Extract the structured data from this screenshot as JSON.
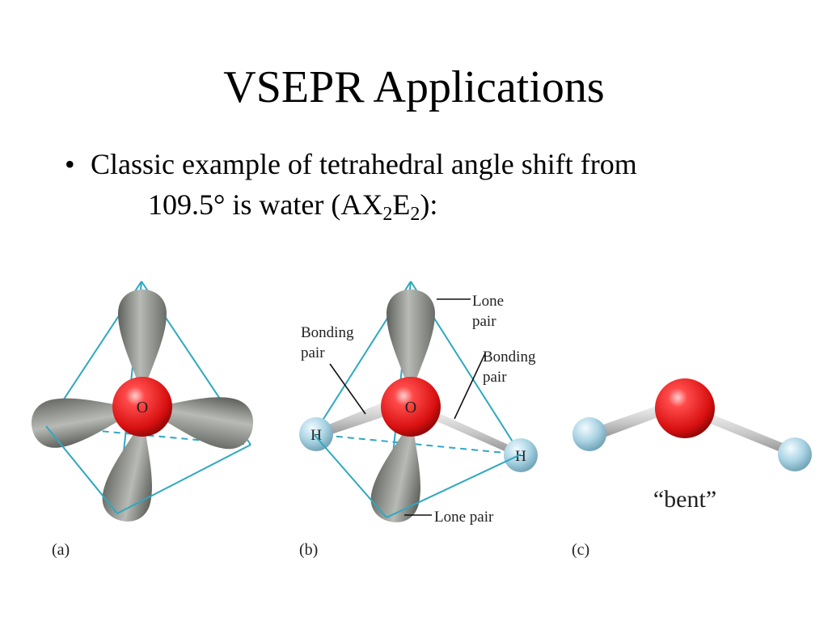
{
  "slide": {
    "title": "VSEPR Applications",
    "bullet_line1": "Classic example of tetrahedral angle shift from",
    "bullet_line2_prefix": "109.5° is water (AX",
    "bullet_sub1": "2",
    "bullet_mid": "E",
    "bullet_sub2": "2",
    "bullet_suffix": "):"
  },
  "panel_a": {
    "caption": "(a)",
    "center_atom": "O"
  },
  "panel_b": {
    "caption": "(b)",
    "center_atom": "O",
    "left_atom": "H",
    "right_atom": "H",
    "label_lone_pair_top_line1": "Lone",
    "label_lone_pair_top_line2": "pair",
    "label_bonding_left_line1": "Bonding",
    "label_bonding_left_line2": "pair",
    "label_bonding_right_line1": "Bonding",
    "label_bonding_right_line2": "pair",
    "label_lone_pair_bottom": "Lone pair"
  },
  "panel_c": {
    "caption": "(c)",
    "shape_label": "“bent”"
  },
  "colors": {
    "oxygen": "#e02020",
    "hydrogen": "#a9d3e3",
    "orbital": "#8e918c",
    "tetrahedron": "#2ea8c0"
  }
}
